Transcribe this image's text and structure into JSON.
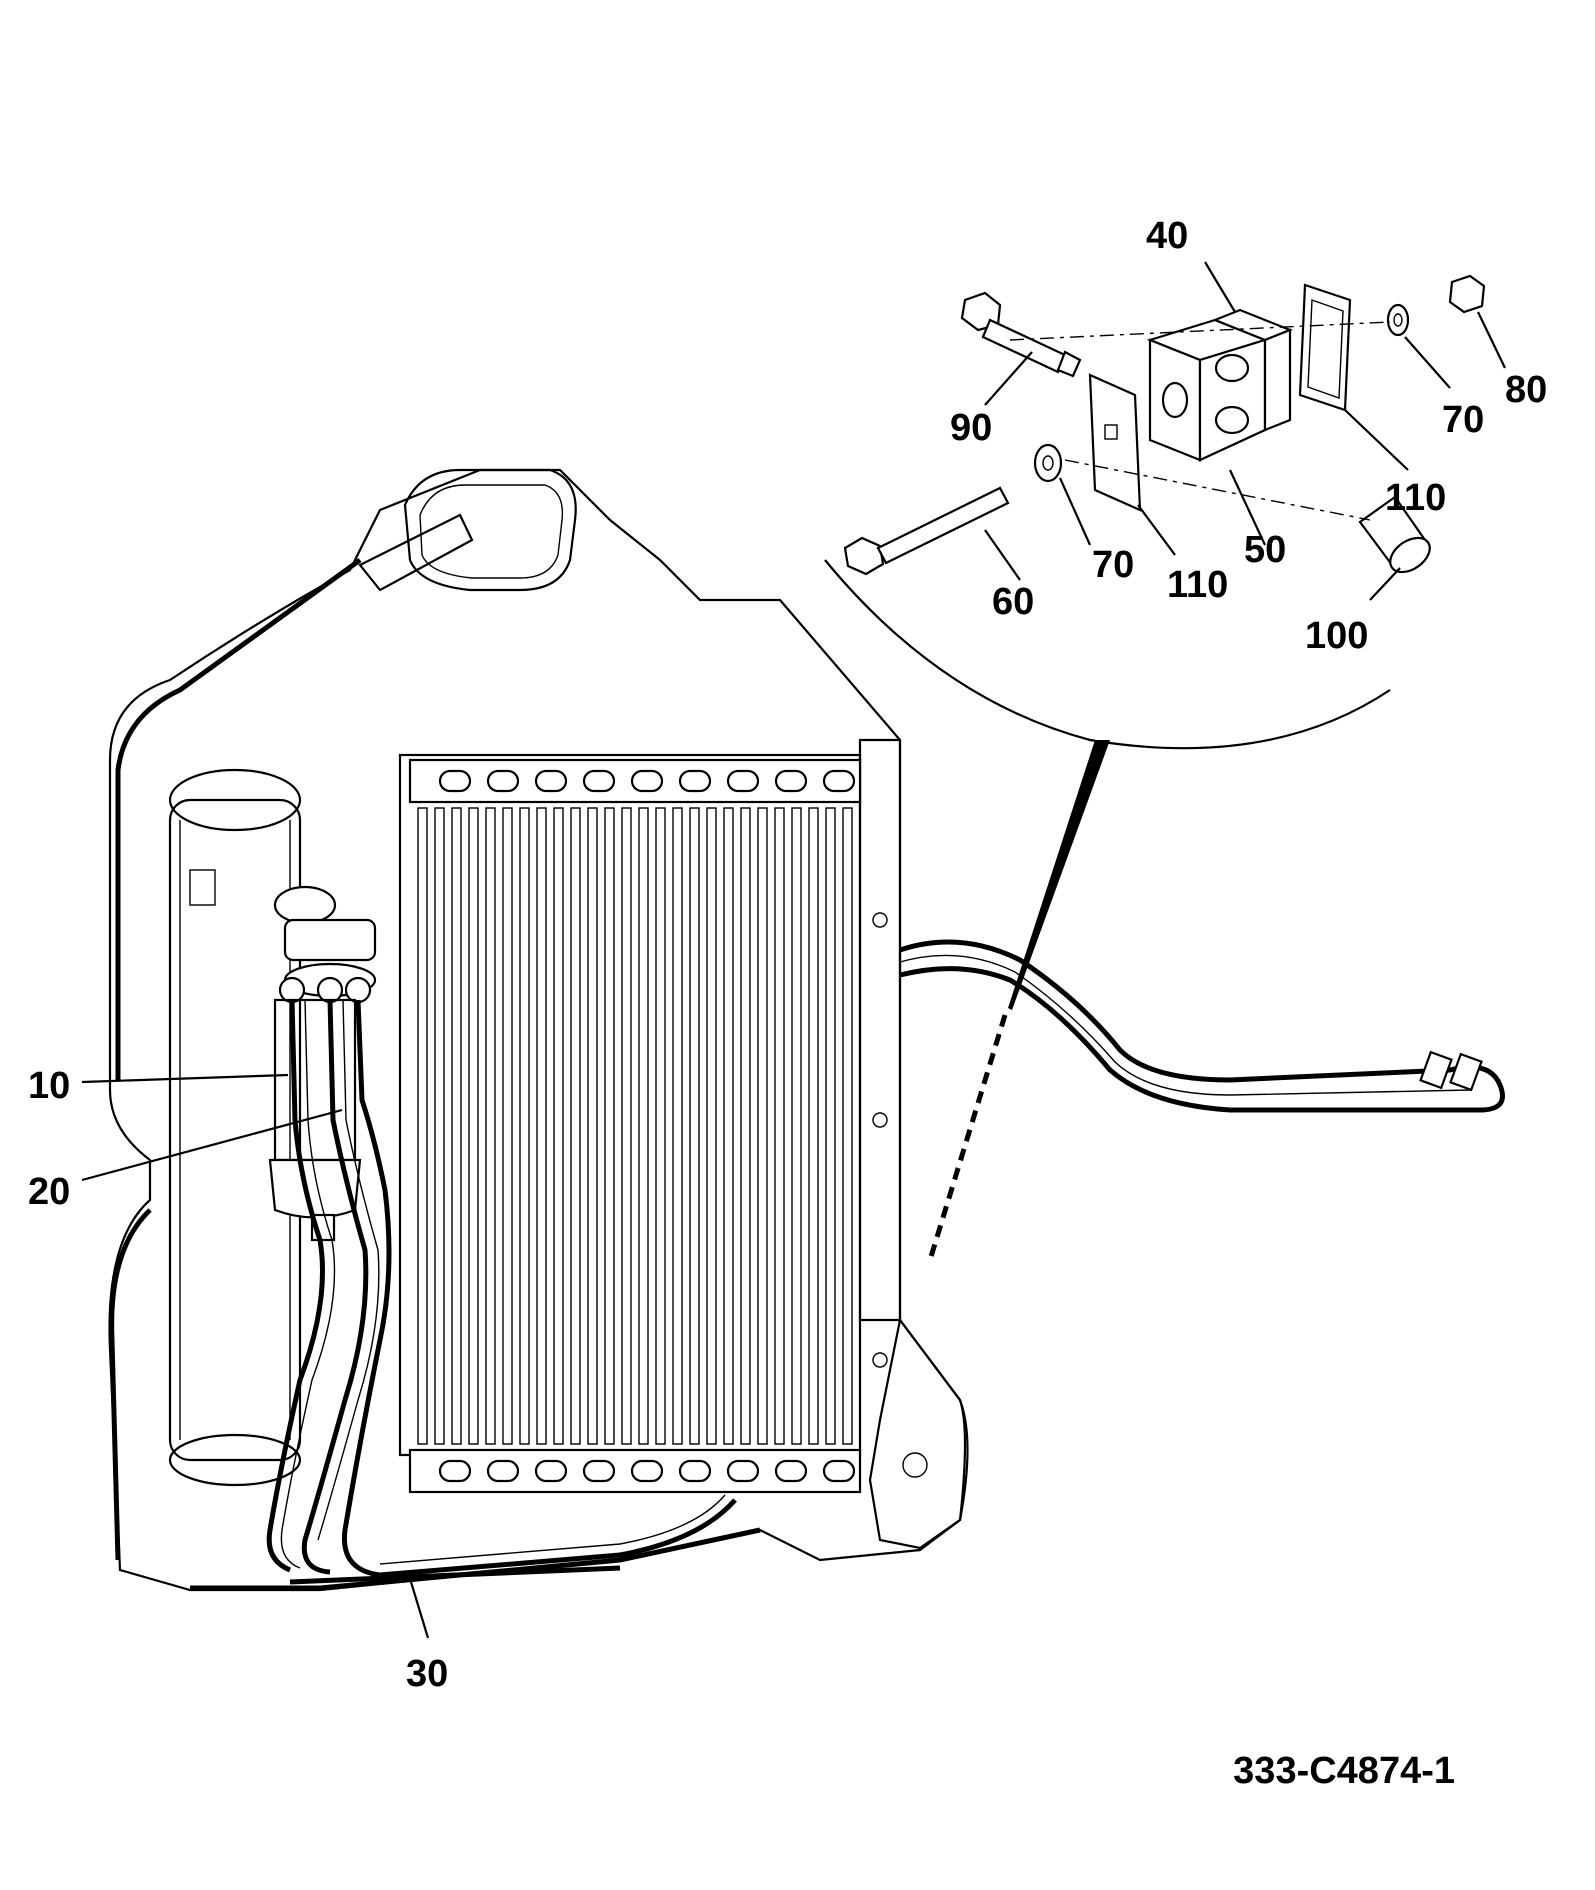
{
  "diagram": {
    "callouts": {
      "c10": "10",
      "c20": "20",
      "c30": "30",
      "c40": "40",
      "c50": "50",
      "c60": "60",
      "c70a": "70",
      "c70b": "70",
      "c80": "80",
      "c90": "90",
      "c100": "100",
      "c110a": "110",
      "c110b": "110"
    },
    "drawing_number": "333-C4874-1"
  }
}
